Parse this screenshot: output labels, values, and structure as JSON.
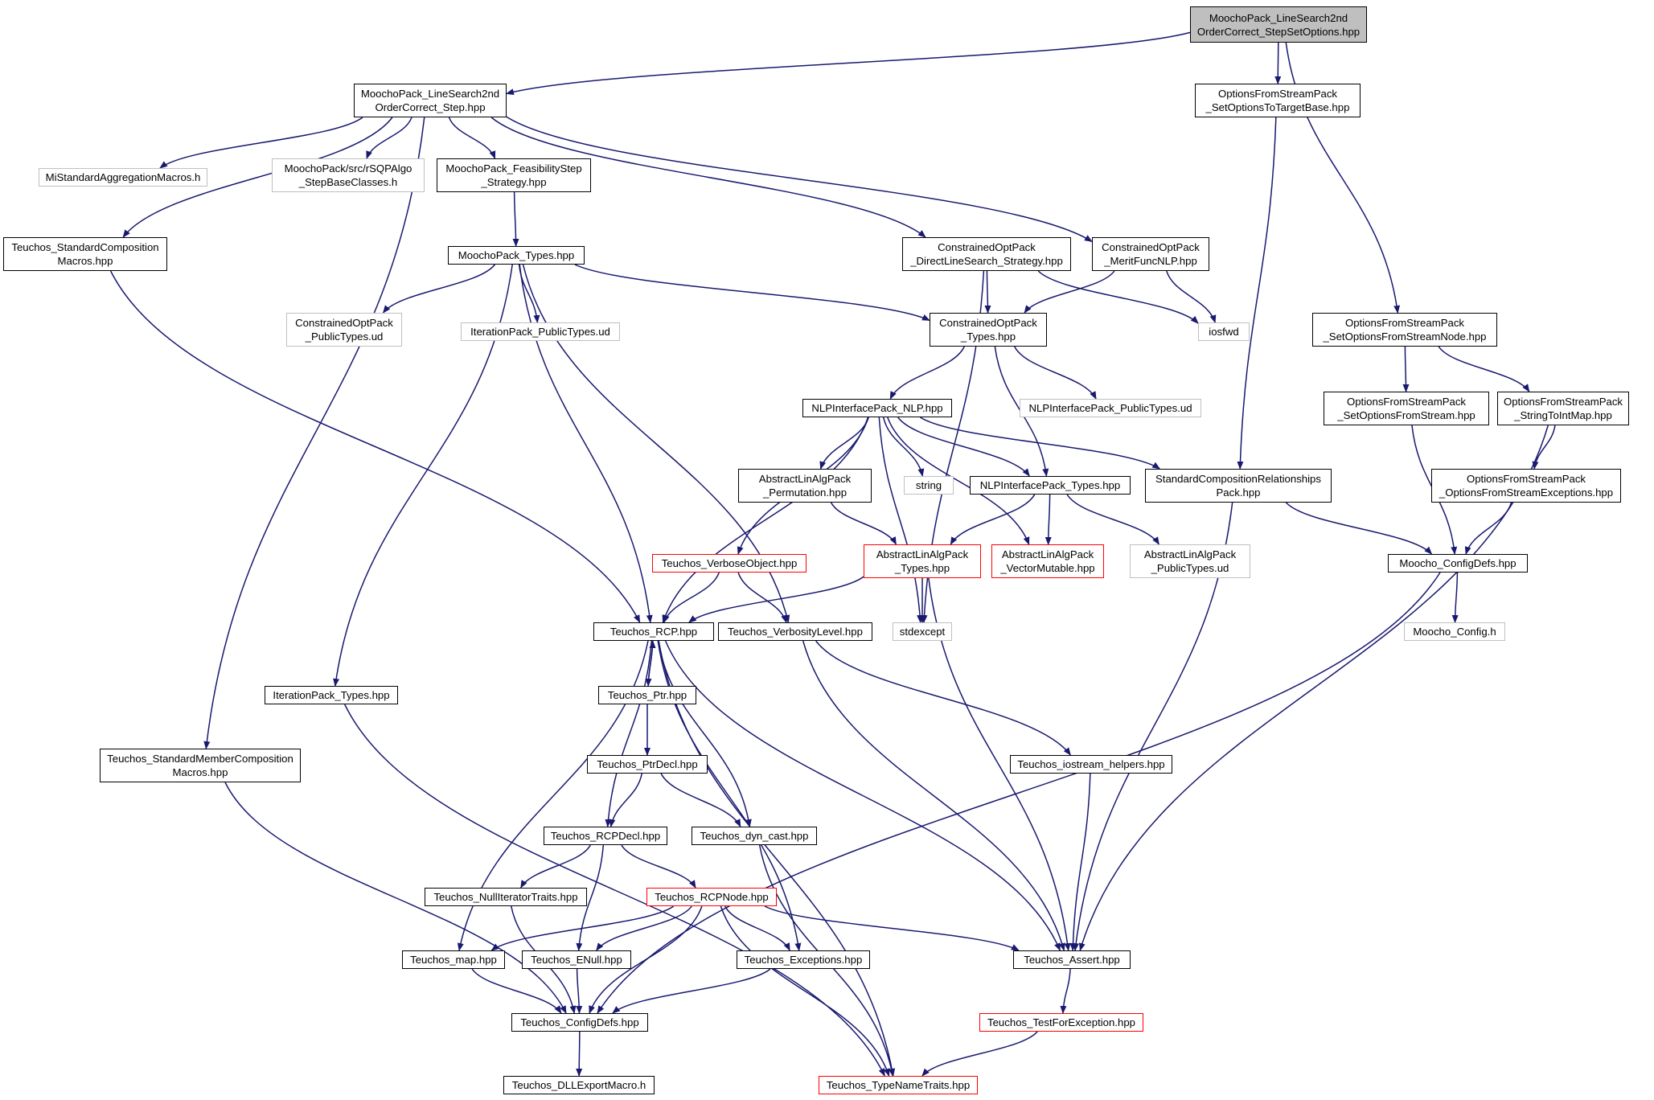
{
  "graph": {
    "edge_color": "#191970",
    "styles": {
      "root_fill": "#bfbfbf",
      "normal_border": "#000000",
      "external_border": "#bfbfbf",
      "incomplete_border": "#ff0000"
    },
    "nodes": [
      {
        "id": "root",
        "label": "MoochoPack_LineSearch2nd\nOrderCorrect_StepSetOptions.hpp",
        "style": "root"
      },
      {
        "id": "step",
        "label": "MoochoPack_LineSearch2nd\nOrderCorrect_Step.hpp",
        "style": "normal"
      },
      {
        "id": "toTarget",
        "label": "OptionsFromStreamPack\n_SetOptionsToTargetBase.hpp",
        "style": "normal"
      },
      {
        "id": "miAgg",
        "label": "MiStandardAggregationMacros.h",
        "style": "ext"
      },
      {
        "id": "rsqp",
        "label": "MoochoPack/src/rSQPAlgo\n_StepBaseClasses.h",
        "style": "ext"
      },
      {
        "id": "feas",
        "label": "MoochoPack_FeasibilityStep\n_Strategy.hpp",
        "style": "normal"
      },
      {
        "id": "stdComp",
        "label": "Teuchos_StandardComposition\nMacros.hpp",
        "style": "normal"
      },
      {
        "id": "mTypes",
        "label": "MoochoPack_Types.hpp",
        "style": "normal"
      },
      {
        "id": "dirLS",
        "label": "ConstrainedOptPack\n_DirectLineSearch_Strategy.hpp",
        "style": "normal"
      },
      {
        "id": "merit",
        "label": "ConstrainedOptPack\n_MeritFuncNLP.hpp",
        "style": "normal"
      },
      {
        "id": "copPub",
        "label": "ConstrainedOptPack\n_PublicTypes.ud",
        "style": "ext"
      },
      {
        "id": "itPub",
        "label": "IterationPack_PublicTypes.ud",
        "style": "ext"
      },
      {
        "id": "copTypes",
        "label": "ConstrainedOptPack\n_Types.hpp",
        "style": "normal"
      },
      {
        "id": "iosfwd",
        "label": "iosfwd",
        "style": "ext"
      },
      {
        "id": "fsNode",
        "label": "OptionsFromStreamPack\n_SetOptionsFromStreamNode.hpp",
        "style": "normal"
      },
      {
        "id": "nlpPub",
        "label": "NLPInterfacePack_PublicTypes.ud",
        "style": "ext"
      },
      {
        "id": "nlp",
        "label": "NLPInterfacePack_NLP.hpp",
        "style": "normal"
      },
      {
        "id": "fsStream",
        "label": "OptionsFromStreamPack\n_SetOptionsFromStream.hpp",
        "style": "normal"
      },
      {
        "id": "strToInt",
        "label": "OptionsFromStreamPack\n_StringToIntMap.hpp",
        "style": "normal"
      },
      {
        "id": "alaPerm",
        "label": "AbstractLinAlgPack\n_Permutation.hpp",
        "style": "normal"
      },
      {
        "id": "string",
        "label": "string",
        "style": "ext"
      },
      {
        "id": "nlpTypes",
        "label": "NLPInterfacePack_Types.hpp",
        "style": "normal"
      },
      {
        "id": "scrp",
        "label": "StandardCompositionRelationships\nPack.hpp",
        "style": "normal"
      },
      {
        "id": "ofsExc",
        "label": "OptionsFromStreamPack\n_OptionsFromStreamExceptions.hpp",
        "style": "normal"
      },
      {
        "id": "verbObj",
        "label": "Teuchos_VerboseObject.hpp",
        "style": "red"
      },
      {
        "id": "alaTypes",
        "label": "AbstractLinAlgPack\n_Types.hpp",
        "style": "red"
      },
      {
        "id": "alaVec",
        "label": "AbstractLinAlgPack\n_VectorMutable.hpp",
        "style": "red"
      },
      {
        "id": "alaPub",
        "label": "AbstractLinAlgPack\n_PublicTypes.ud",
        "style": "ext"
      },
      {
        "id": "mConfig",
        "label": "Moocho_ConfigDefs.hpp",
        "style": "normal"
      },
      {
        "id": "rcp",
        "label": "Teuchos_RCP.hpp",
        "style": "normal"
      },
      {
        "id": "verbLvl",
        "label": "Teuchos_VerbosityLevel.hpp",
        "style": "normal"
      },
      {
        "id": "stdexcept",
        "label": "stdexcept",
        "style": "ext"
      },
      {
        "id": "mConfigH",
        "label": "Moocho_Config.h",
        "style": "ext"
      },
      {
        "id": "ptr",
        "label": "Teuchos_Ptr.hpp",
        "style": "normal"
      },
      {
        "id": "itTypes",
        "label": "IterationPack_Types.hpp",
        "style": "normal"
      },
      {
        "id": "stdMem",
        "label": "Teuchos_StandardMemberComposition\nMacros.hpp",
        "style": "normal"
      },
      {
        "id": "ptrDecl",
        "label": "Teuchos_PtrDecl.hpp",
        "style": "normal"
      },
      {
        "id": "iosHelp",
        "label": "Teuchos_iostream_helpers.hpp",
        "style": "normal"
      },
      {
        "id": "rcpDecl",
        "label": "Teuchos_RCPDecl.hpp",
        "style": "normal"
      },
      {
        "id": "dynCast",
        "label": "Teuchos_dyn_cast.hpp",
        "style": "normal"
      },
      {
        "id": "nullIt",
        "label": "Teuchos_NullIteratorTraits.hpp",
        "style": "normal"
      },
      {
        "id": "rcpNode",
        "label": "Teuchos_RCPNode.hpp",
        "style": "red"
      },
      {
        "id": "map",
        "label": "Teuchos_map.hpp",
        "style": "normal"
      },
      {
        "id": "enull",
        "label": "Teuchos_ENull.hpp",
        "style": "normal"
      },
      {
        "id": "exc",
        "label": "Teuchos_Exceptions.hpp",
        "style": "normal"
      },
      {
        "id": "assert",
        "label": "Teuchos_Assert.hpp",
        "style": "normal"
      },
      {
        "id": "tConfig",
        "label": "Teuchos_ConfigDefs.hpp",
        "style": "normal"
      },
      {
        "id": "testExc",
        "label": "Teuchos_TestForException.hpp",
        "style": "red"
      },
      {
        "id": "dll",
        "label": "Teuchos_DLLExportMacro.h",
        "style": "normal"
      },
      {
        "id": "typeName",
        "label": "Teuchos_TypeNameTraits.hpp",
        "style": "red"
      }
    ],
    "edges": [
      [
        "root",
        "step"
      ],
      [
        "root",
        "toTarget"
      ],
      [
        "root",
        "fsNode"
      ],
      [
        "step",
        "miAgg"
      ],
      [
        "step",
        "rsqp"
      ],
      [
        "step",
        "feas"
      ],
      [
        "step",
        "stdComp"
      ],
      [
        "step",
        "stdMem"
      ],
      [
        "step",
        "dirLS"
      ],
      [
        "step",
        "merit"
      ],
      [
        "toTarget",
        "scrp"
      ],
      [
        "feas",
        "mTypes"
      ],
      [
        "stdComp",
        "rcp"
      ],
      [
        "mTypes",
        "copPub"
      ],
      [
        "mTypes",
        "itPub"
      ],
      [
        "mTypes",
        "copTypes"
      ],
      [
        "mTypes",
        "rcp"
      ],
      [
        "mTypes",
        "itTypes"
      ],
      [
        "mTypes",
        "verbLvl"
      ],
      [
        "dirLS",
        "copTypes"
      ],
      [
        "dirLS",
        "iosfwd"
      ],
      [
        "dirLS",
        "stdexcept"
      ],
      [
        "merit",
        "copTypes"
      ],
      [
        "merit",
        "iosfwd"
      ],
      [
        "copTypes",
        "nlp"
      ],
      [
        "copTypes",
        "nlpPub"
      ],
      [
        "copTypes",
        "nlpTypes"
      ],
      [
        "nlp",
        "alaPerm"
      ],
      [
        "nlp",
        "string"
      ],
      [
        "nlp",
        "nlpTypes"
      ],
      [
        "nlp",
        "scrp"
      ],
      [
        "nlp",
        "verbObj"
      ],
      [
        "nlp",
        "rcp"
      ],
      [
        "nlp",
        "stdexcept"
      ],
      [
        "nlp",
        "alaVec"
      ],
      [
        "fsNode",
        "fsStream"
      ],
      [
        "fsNode",
        "strToInt"
      ],
      [
        "fsStream",
        "mConfig"
      ],
      [
        "strToInt",
        "ofsExc"
      ],
      [
        "strToInt",
        "assert"
      ],
      [
        "ofsExc",
        "mConfig"
      ],
      [
        "alaPerm",
        "alaTypes"
      ],
      [
        "nlpTypes",
        "alaTypes"
      ],
      [
        "nlpTypes",
        "alaVec"
      ],
      [
        "nlpTypes",
        "alaPub"
      ],
      [
        "scrp",
        "mConfig"
      ],
      [
        "scrp",
        "assert"
      ],
      [
        "verbObj",
        "rcp"
      ],
      [
        "verbObj",
        "verbLvl"
      ],
      [
        "alaTypes",
        "rcp"
      ],
      [
        "alaTypes",
        "stdexcept"
      ],
      [
        "alaTypes",
        "assert"
      ],
      [
        "mConfig",
        "mConfigH"
      ],
      [
        "mConfig",
        "tConfig"
      ],
      [
        "rcp",
        "ptr"
      ],
      [
        "rcp",
        "rcpDecl"
      ],
      [
        "rcp",
        "dynCast"
      ],
      [
        "rcp",
        "map"
      ],
      [
        "rcp",
        "exc"
      ],
      [
        "rcp",
        "assert"
      ],
      [
        "rcp",
        "typeName"
      ],
      [
        "ptr",
        "rcp"
      ],
      [
        "ptr",
        "ptrDecl"
      ],
      [
        "verbLvl",
        "iosHelp"
      ],
      [
        "verbLvl",
        "assert"
      ],
      [
        "itTypes",
        "typeName"
      ],
      [
        "stdMem",
        "tConfig"
      ],
      [
        "ptrDecl",
        "rcpDecl"
      ],
      [
        "ptrDecl",
        "dynCast"
      ],
      [
        "iosHelp",
        "assert"
      ],
      [
        "rcpDecl",
        "nullIt"
      ],
      [
        "rcpDecl",
        "rcpNode"
      ],
      [
        "rcpDecl",
        "enull"
      ],
      [
        "dynCast",
        "typeName"
      ],
      [
        "nullIt",
        "tConfig"
      ],
      [
        "rcpNode",
        "map"
      ],
      [
        "rcpNode",
        "enull"
      ],
      [
        "rcpNode",
        "exc"
      ],
      [
        "rcpNode",
        "assert"
      ],
      [
        "rcpNode",
        "tConfig"
      ],
      [
        "rcpNode",
        "typeName"
      ],
      [
        "map",
        "tConfig"
      ],
      [
        "enull",
        "tConfig"
      ],
      [
        "exc",
        "tConfig"
      ],
      [
        "assert",
        "testExc"
      ],
      [
        "tConfig",
        "dll"
      ],
      [
        "testExc",
        "typeName"
      ]
    ]
  }
}
